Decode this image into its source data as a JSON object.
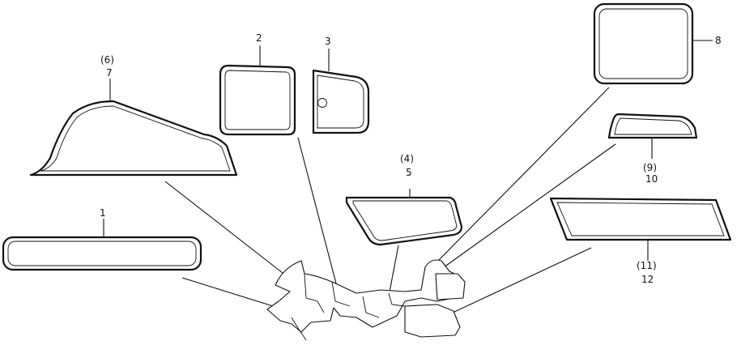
{
  "labels": {
    "part1": "1",
    "part2": "2",
    "part3": "3",
    "part4": "(4)",
    "part5": "5",
    "part6": "(6)",
    "part7": "7",
    "part8": "8",
    "part9": "(9)",
    "part10": "10",
    "part11": "(11)",
    "part12": "12"
  }
}
